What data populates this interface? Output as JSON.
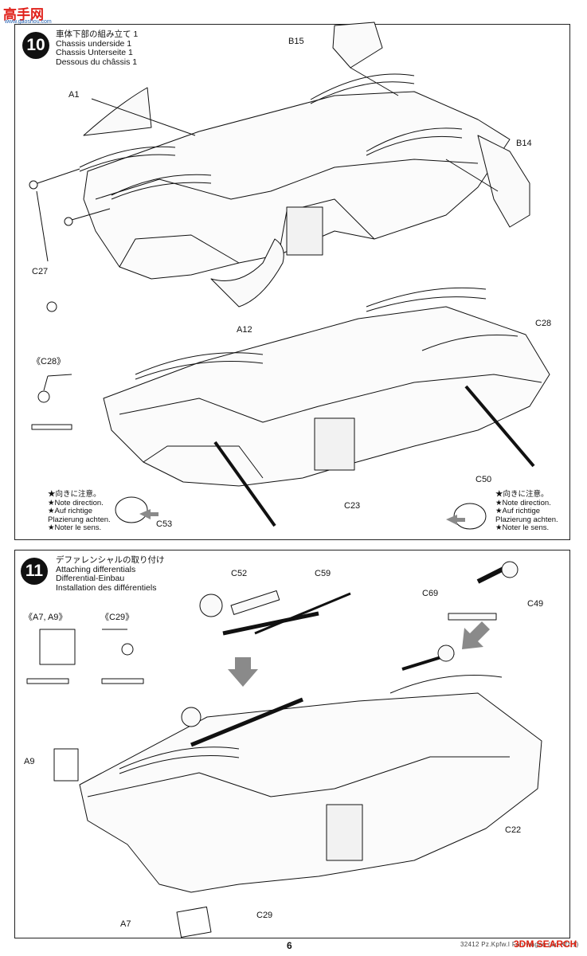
{
  "watermark": {
    "site_name": "高手网",
    "site_url": "www.gaoshou.com",
    "corner": "3DM SEARCH"
  },
  "step10": {
    "number": "10",
    "title_jp": "車体下部の組み立て 1",
    "title_en": "Chassis underside 1",
    "title_de": "Chassis Unterseite 1",
    "title_fr": "Dessous du châssis 1",
    "parts": {
      "b15": "B15",
      "a1": "A1",
      "b14": "B14",
      "c27": "C27",
      "a12": "A12",
      "c28": "C28",
      "c28_detail": "《C28》",
      "c23": "C23",
      "c50": "C50",
      "c53": "C53"
    },
    "note_left": [
      "★向きに注意。",
      "★Note direction.",
      "★Auf richtige",
      "Plazierung achten.",
      "★Noter le sens."
    ],
    "note_right": [
      "★向きに注意。",
      "★Note direction.",
      "★Auf richtige",
      "Plazierung achten.",
      "★Noter le sens."
    ]
  },
  "step11": {
    "number": "11",
    "title_jp": "デファレンシャルの取り付け",
    "title_en": "Attaching differentials",
    "title_de": "Differential-Einbau",
    "title_fr": "Installation des différentiels",
    "parts": {
      "a7a9_detail": "《A7, A9》",
      "c29_detail": "《C29》",
      "c52": "C52",
      "c59": "C59",
      "c69": "C69",
      "c49": "C49",
      "a9": "A9",
      "c22": "C22",
      "c29": "C29",
      "a7": "A7"
    }
  },
  "footer": {
    "page": "6",
    "code": "32412 Pz.Kpfw.I Fahrwagen (Sd.Kfz.1)"
  },
  "colors": {
    "ink": "#111111",
    "arrow_fill": "#8a8a8a"
  }
}
